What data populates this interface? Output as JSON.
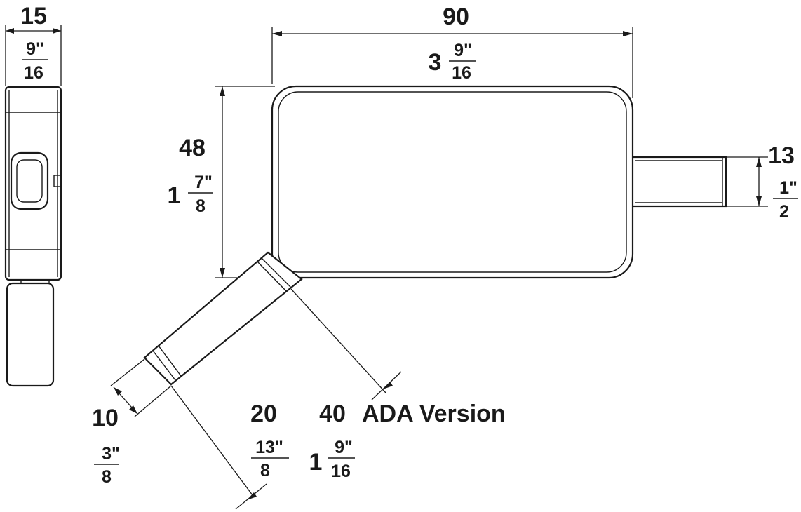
{
  "side_view": {
    "width_mm": "15",
    "width_in_num": "9\"",
    "width_in_den": "16"
  },
  "top_width": {
    "mm": "90",
    "in_whole": "3",
    "in_num": "9\"",
    "in_den": "16"
  },
  "height": {
    "mm": "48",
    "in_whole": "1",
    "in_num": "7\"",
    "in_den": "8"
  },
  "bar_right": {
    "mm": "13",
    "in_num": "1\"",
    "in_den": "2"
  },
  "arm": {
    "thickness_mm": "10",
    "thickness_in_num": "3\"",
    "thickness_in_den": "8",
    "length_mm": "20",
    "length_in_num": "13\"",
    "length_in_den": "8",
    "ada_mm": "40",
    "ada_label": "ADA Version",
    "ada_in_whole": "1",
    "ada_in_num": "9\"",
    "ada_in_den": "16"
  }
}
